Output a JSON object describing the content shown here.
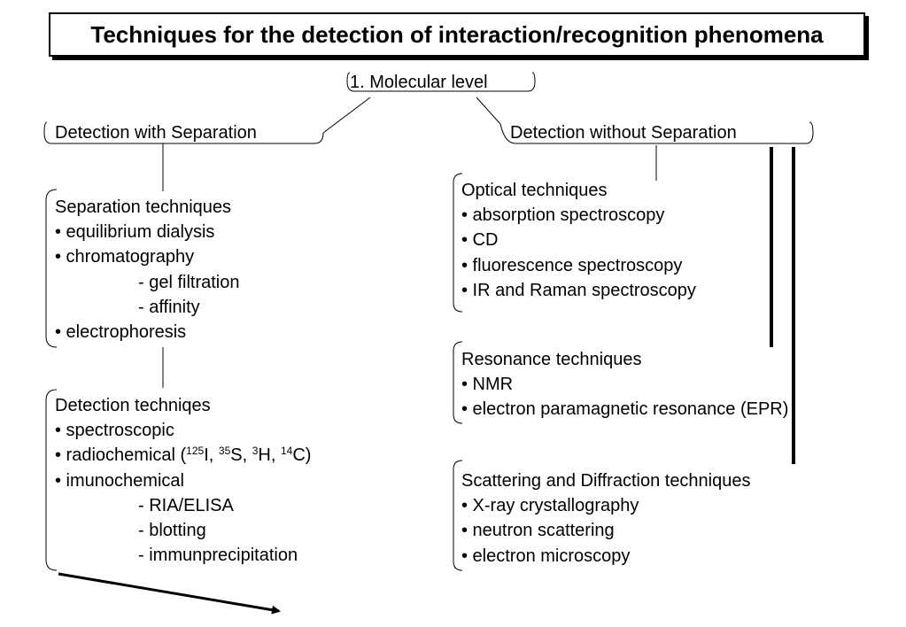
{
  "title": "Techniques for the detection of interaction/recognition phenomena",
  "root": {
    "label": "1. Molecular level"
  },
  "left": {
    "label": "Detection with Separation",
    "separation": {
      "heading": "Separation techniques",
      "items": [
        {
          "text": "• equilibrium dialysis",
          "level": 0
        },
        {
          "text": "• chromatography",
          "level": 0
        },
        {
          "text": "- gel filtration",
          "level": 1
        },
        {
          "text": "- affinity",
          "level": 1
        },
        {
          "text": "• electrophoresis",
          "level": 0
        }
      ]
    },
    "detection": {
      "heading": "Detection techniqes",
      "spectroscopic": "• spectroscopic",
      "radiochemical": {
        "prefix": "• radiochemical (",
        "isotopes": [
          {
            "mass": "125",
            "symbol": "I"
          },
          {
            "mass": "35",
            "symbol": "S"
          },
          {
            "mass": "3",
            "symbol": "H"
          },
          {
            "mass": "14",
            "symbol": "C"
          }
        ],
        "separator": ", ",
        "suffix": ")"
      },
      "items": [
        {
          "text": "• imunochemical",
          "level": 0
        },
        {
          "text": "- RIA/ELISA",
          "level": 1
        },
        {
          "text": "- blotting",
          "level": 1
        },
        {
          "text": "- immunprecipitation",
          "level": 1
        }
      ]
    }
  },
  "right": {
    "label": "Detection without Separation",
    "optical": {
      "heading": "Optical techniques",
      "items": [
        {
          "text": "• absorption spectroscopy",
          "level": 0
        },
        {
          "text": "• CD",
          "level": 0
        },
        {
          "text": "• fluorescence spectroscopy",
          "level": 0
        },
        {
          "text": "• IR and Raman spectroscopy",
          "level": 0
        }
      ]
    },
    "resonance": {
      "heading": "Resonance techniques",
      "items": [
        {
          "text": "• NMR",
          "level": 0
        },
        {
          "text": "• electron paramagnetic resonance (EPR)",
          "level": 0
        }
      ]
    },
    "scattering": {
      "heading": "Scattering and Diffraction techniques",
      "items": [
        {
          "text": "• X-ray crystallography",
          "level": 0
        },
        {
          "text": "• neutron scattering",
          "level": 0
        },
        {
          "text": "• electron microscopy",
          "level": 0
        }
      ]
    }
  }
}
